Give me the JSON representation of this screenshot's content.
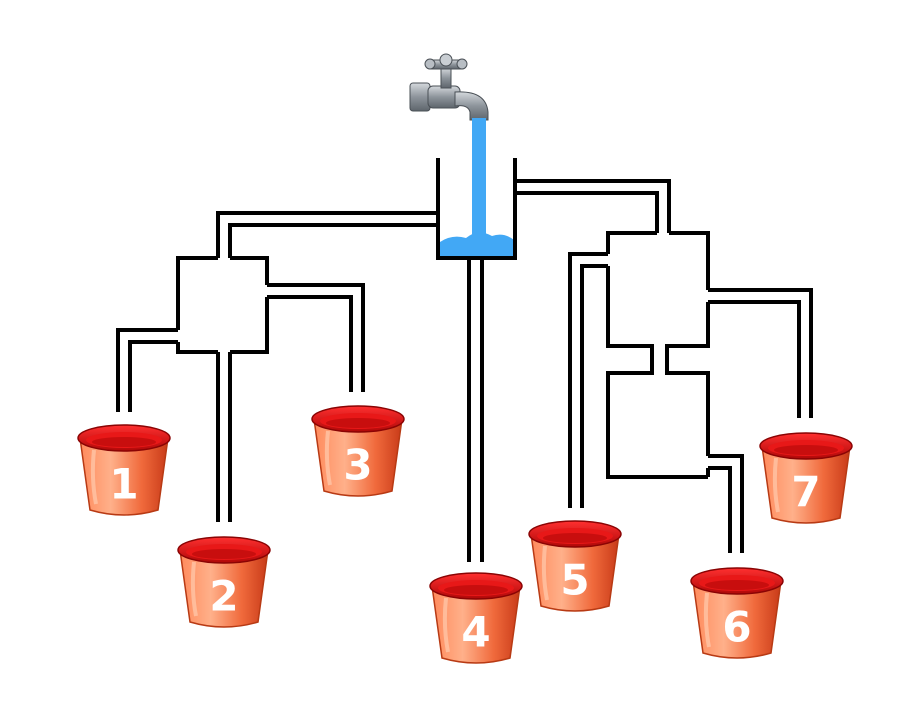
{
  "puzzle": {
    "colors": {
      "water": "#42a8f5",
      "pipe": "#000000",
      "bucket_rim": "#c40a0a",
      "bucket_inner": "#e81818",
      "bucket_body_light": "#ff9a70",
      "bucket_body_dark": "#e0502a",
      "faucet_metal": "#9aa0a6"
    },
    "icons": {
      "faucet": "faucet-icon",
      "bucket": "bucket-icon"
    },
    "buckets": [
      {
        "label": "1"
      },
      {
        "label": "2"
      },
      {
        "label": "3"
      },
      {
        "label": "4"
      },
      {
        "label": "5"
      },
      {
        "label": "6"
      },
      {
        "label": "7"
      }
    ]
  }
}
